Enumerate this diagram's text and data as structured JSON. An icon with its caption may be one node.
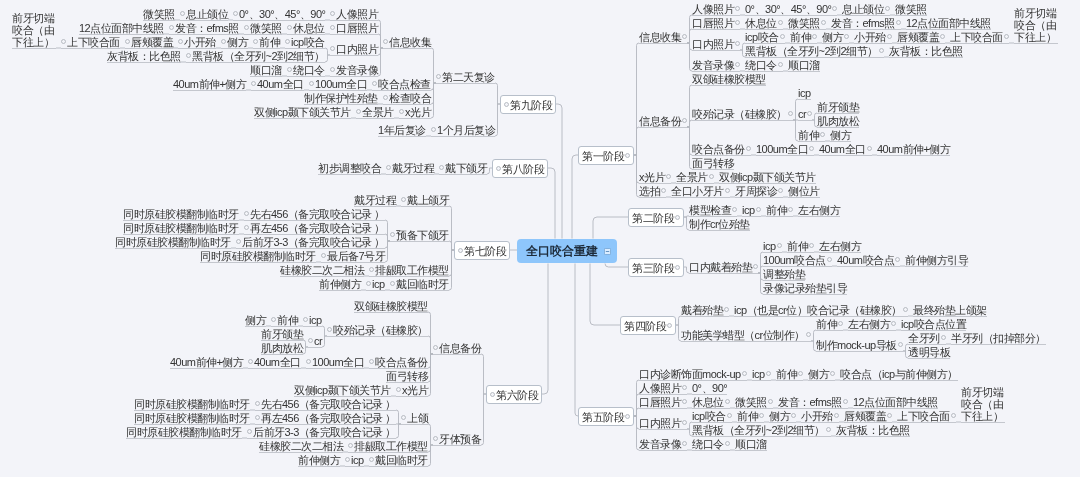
{
  "diagram": {
    "nodes": [
      {
        "text": [
          "全口咬合重建"
        ]
      },
      {
        "text": [
          "第一阶段"
        ]
      },
      {
        "text": [
          "信息收集"
        ]
      },
      {
        "text": [
          "人像照片"
        ]
      },
      {
        "text": [
          "0°、30°、45°、90°"
        ]
      },
      {
        "text": [
          "息止颌位"
        ]
      },
      {
        "text": [
          "微笑照"
        ]
      },
      {
        "text": [
          "口唇照片"
        ]
      },
      {
        "text": [
          "休息位"
        ]
      },
      {
        "text": [
          "微笑照"
        ]
      },
      {
        "text": [
          "发音：efms照"
        ]
      },
      {
        "text": [
          "12点位面部中线照"
        ]
      },
      {
        "text": [
          "口内照片"
        ]
      },
      {
        "text": [
          "icp咬合"
        ]
      },
      {
        "text": [
          "前伸"
        ]
      },
      {
        "text": [
          "侧方"
        ]
      },
      {
        "text": [
          "小开殆"
        ]
      },
      {
        "text": [
          "唇颊覆盖"
        ]
      },
      {
        "text": [
          "上下咬合面"
        ]
      },
      {
        "text": [
          "前牙切端咬合（由下往上）"
        ]
      },
      {
        "text": [
          "黑背板（全牙列~2到2细节）"
        ]
      },
      {
        "text": [
          "灰背板：比色照"
        ]
      },
      {
        "text": [
          "发音录像"
        ]
      },
      {
        "text": [
          "绕口令"
        ]
      },
      {
        "text": [
          "顺口溜"
        ]
      },
      {
        "text": [
          "信息备份"
        ]
      },
      {
        "text": [
          "双颌硅橡胶模型"
        ]
      },
      {
        "text": [
          "咬殆记录（硅橡胶）"
        ]
      },
      {
        "text": [
          "icp"
        ]
      },
      {
        "text": [
          "cr"
        ]
      },
      {
        "text": [
          "前牙颌垫"
        ]
      },
      {
        "text": [
          "肌肉放松"
        ]
      },
      {
        "text": [
          "前伸"
        ]
      },
      {
        "text": [
          "侧方"
        ]
      },
      {
        "text": [
          "咬合点备份"
        ]
      },
      {
        "text": [
          "100um全口"
        ]
      },
      {
        "text": [
          "40um全口"
        ]
      },
      {
        "text": [
          "40um前伸+侧方"
        ]
      },
      {
        "text": [
          "面弓转移"
        ]
      },
      {
        "text": [
          "x光片"
        ]
      },
      {
        "text": [
          "全景片"
        ]
      },
      {
        "text": [
          "双侧icp颞下颌关节片"
        ]
      },
      {
        "text": [
          "选拍"
        ]
      },
      {
        "text": [
          "全口小牙片"
        ]
      },
      {
        "text": [
          "牙周探诊"
        ]
      },
      {
        "text": [
          "侧位片"
        ]
      },
      {
        "text": [
          "第二阶段"
        ]
      },
      {
        "text": [
          "模型检查"
        ]
      },
      {
        "text": [
          "icp"
        ]
      },
      {
        "text": [
          "前伸"
        ]
      },
      {
        "text": [
          "左右侧方"
        ]
      },
      {
        "text": [
          "制作cr位殆垫"
        ]
      },
      {
        "text": [
          "第三阶段"
        ]
      },
      {
        "text": [
          "口内戴着殆垫"
        ]
      },
      {
        "text": [
          "icp"
        ]
      },
      {
        "text": [
          "前伸"
        ]
      },
      {
        "text": [
          "左右侧方"
        ]
      },
      {
        "text": [
          "100um咬合点"
        ]
      },
      {
        "text": [
          "40um咬合点"
        ]
      },
      {
        "text": [
          "前伸侧方引导"
        ]
      },
      {
        "text": [
          "调整殆垫"
        ]
      },
      {
        "text": [
          "录像记录殆垫引导"
        ]
      },
      {
        "text": [
          "第四阶段"
        ]
      },
      {
        "text": [
          "戴着殆垫"
        ]
      },
      {
        "text": [
          "icp（也是cr位）咬合记录（硅橡胶）"
        ]
      },
      {
        "text": [
          "最终殆垫上颌架"
        ]
      },
      {
        "text": [
          "功能美学蜡型（cr位制作）"
        ]
      },
      {
        "text": [
          "前伸"
        ]
      },
      {
        "text": [
          "左右侧方"
        ]
      },
      {
        "text": [
          "icp咬合点位置"
        ]
      },
      {
        "text": [
          "制作mock-up导板"
        ]
      },
      {
        "text": [
          "全牙列"
        ]
      },
      {
        "text": [
          "半牙列（扣掉部分）"
        ]
      },
      {
        "text": [
          "透明导板"
        ]
      },
      {
        "text": [
          "第五阶段"
        ]
      },
      {
        "text": [
          "口内诊断饰面mock-up"
        ]
      },
      {
        "text": [
          "icp"
        ]
      },
      {
        "text": [
          "前伸"
        ]
      },
      {
        "text": [
          "侧方"
        ]
      },
      {
        "text": [
          "咬合点（icp与前伸侧方）"
        ]
      },
      {
        "text": [
          "人像照片"
        ]
      },
      {
        "text": [
          "0°、90°"
        ]
      },
      {
        "text": [
          "口唇照片"
        ]
      },
      {
        "text": [
          "休息位"
        ]
      },
      {
        "text": [
          "微笑照"
        ]
      },
      {
        "text": [
          "发音：efms照"
        ]
      },
      {
        "text": [
          "12点位面部中线照"
        ]
      },
      {
        "text": [
          "口内照片"
        ]
      },
      {
        "text": [
          "icp咬合"
        ]
      },
      {
        "text": [
          "前伸"
        ]
      },
      {
        "text": [
          "侧方"
        ]
      },
      {
        "text": [
          "小开殆"
        ]
      },
      {
        "text": [
          "唇颊覆盖"
        ]
      },
      {
        "text": [
          "上下咬合面"
        ]
      },
      {
        "text": [
          "前牙切端咬合（由下往上）"
        ]
      },
      {
        "text": [
          "黑背板（全牙列~2到2细节）"
        ]
      },
      {
        "text": [
          "灰背板：比色照"
        ]
      },
      {
        "text": [
          "发音录像"
        ]
      },
      {
        "text": [
          "绕口令"
        ]
      },
      {
        "text": [
          "顺口溜"
        ]
      },
      {
        "text": [
          "第六阶段"
        ]
      },
      {
        "text": [
          "信息备份"
        ]
      },
      {
        "text": [
          "双颌硅橡胶模型"
        ]
      },
      {
        "text": [
          "咬殆记录（硅橡胶）"
        ]
      },
      {
        "text": [
          "icp"
        ]
      },
      {
        "text": [
          "前伸"
        ]
      },
      {
        "text": [
          "侧方"
        ]
      },
      {
        "text": [
          "cr"
        ]
      },
      {
        "text": [
          "前牙颌垫"
        ]
      },
      {
        "text": [
          "肌肉放松"
        ]
      },
      {
        "text": [
          "咬合点备份"
        ]
      },
      {
        "text": [
          "100um全口"
        ]
      },
      {
        "text": [
          "40um全口"
        ]
      },
      {
        "text": [
          "40um前伸+侧方"
        ]
      },
      {
        "text": [
          "面弓转移"
        ]
      },
      {
        "text": [
          "x光片"
        ]
      },
      {
        "text": [
          "双侧icp颞下颌关节片"
        ]
      },
      {
        "text": [
          "牙体预备"
        ]
      },
      {
        "text": [
          "上颌"
        ]
      },
      {
        "text": [
          "先右456（备完取咬合记录 ）"
        ]
      },
      {
        "text": [
          "同时原硅胶模翻制临时牙"
        ]
      },
      {
        "text": [
          "再左456（备完取咬合记录 ）"
        ]
      },
      {
        "text": [
          "同时原硅胶模翻制临时牙"
        ]
      },
      {
        "text": [
          "后前牙3-3（备完取咬合记录 ）"
        ]
      },
      {
        "text": [
          "同时原硅胶模翻制临时牙"
        ]
      },
      {
        "text": [
          "排龈取工作模型"
        ]
      },
      {
        "text": [
          "硅橡胶二次二相法"
        ]
      },
      {
        "text": [
          "戴回临时牙"
        ]
      },
      {
        "text": [
          "icp"
        ]
      },
      {
        "text": [
          "前伸侧方"
        ]
      },
      {
        "text": [
          "第七阶段"
        ]
      },
      {
        "text": [
          "戴上颌牙"
        ]
      },
      {
        "text": [
          "戴牙过程"
        ]
      },
      {
        "text": [
          "预备下颌牙"
        ]
      },
      {
        "text": [
          "先右456（备完取咬合记录 ）"
        ]
      },
      {
        "text": [
          "同时原硅胶模翻制临时牙"
        ]
      },
      {
        "text": [
          "再左456（备完取咬合记录 ）"
        ]
      },
      {
        "text": [
          "同时原硅胶模翻制临时牙"
        ]
      },
      {
        "text": [
          "后前牙3-3（备完取咬合记录 ）"
        ]
      },
      {
        "text": [
          "同时原硅胶模翻制临时牙"
        ]
      },
      {
        "text": [
          "最后备7号牙"
        ]
      },
      {
        "text": [
          "同时原硅胶模翻制临时牙"
        ]
      },
      {
        "text": [
          "排龈取工作模型"
        ]
      },
      {
        "text": [
          "硅橡胶二次二相法"
        ]
      },
      {
        "text": [
          "戴回临时牙"
        ]
      },
      {
        "text": [
          "icp"
        ]
      },
      {
        "text": [
          "前伸侧方"
        ]
      },
      {
        "text": [
          "第八阶段"
        ]
      },
      {
        "text": [
          "戴下颌牙"
        ]
      },
      {
        "text": [
          "戴牙过程"
        ]
      },
      {
        "text": [
          "初步调整咬合"
        ]
      },
      {
        "text": [
          "第九阶段"
        ]
      },
      {
        "text": [
          "第二天复诊"
        ]
      },
      {
        "text": [
          "信息收集"
        ]
      },
      {
        "text": [
          "人像照片"
        ]
      },
      {
        "text": [
          "0°、30°、45°、90°"
        ]
      },
      {
        "text": [
          "息止颌位"
        ]
      },
      {
        "text": [
          "微笑照"
        ]
      },
      {
        "text": [
          "口唇照片"
        ]
      },
      {
        "text": [
          "休息位"
        ]
      },
      {
        "text": [
          "微笑照"
        ]
      },
      {
        "text": [
          "发音：efms照"
        ]
      },
      {
        "text": [
          "12点位面部中线照"
        ]
      },
      {
        "text": [
          "口内照片"
        ]
      },
      {
        "text": [
          "icp咬合"
        ]
      },
      {
        "text": [
          "前伸"
        ]
      },
      {
        "text": [
          "侧方"
        ]
      },
      {
        "text": [
          "小开殆"
        ]
      },
      {
        "text": [
          "唇颊覆盖"
        ]
      },
      {
        "text": [
          "上下咬合面"
        ]
      },
      {
        "text": [
          "前牙切端咬合（由下往上）"
        ]
      },
      {
        "text": [
          "黑背板（全牙列~2到2细节）"
        ]
      },
      {
        "text": [
          "灰背板：比色照"
        ]
      },
      {
        "text": [
          "发音录像"
        ]
      },
      {
        "text": [
          "绕口令"
        ]
      },
      {
        "text": [
          "顺口溜"
        ]
      },
      {
        "text": [
          "咬合点检查"
        ]
      },
      {
        "text": [
          "100um全口"
        ]
      },
      {
        "text": [
          "40um全口"
        ]
      },
      {
        "text": [
          "40um前伸+侧方"
        ]
      },
      {
        "text": [
          "检查咬合"
        ]
      },
      {
        "text": [
          "制作保护性殆垫"
        ]
      },
      {
        "text": [
          "x光片"
        ]
      },
      {
        "text": [
          "全景片"
        ]
      },
      {
        "text": [
          "双侧icp颞下颌关节片"
        ]
      },
      {
        "text": [
          "1个月后复诊"
        ]
      },
      {
        "text": [
          "1年后复诊"
        ]
      }
    ],
    "edges": [
      {
        "from": 0,
        "to": 1,
        "arrow": "none"
      },
      {
        "from": 1,
        "to": 2,
        "arrow": "none"
      },
      {
        "from": 2,
        "to": 3,
        "arrow": "none"
      },
      {
        "from": 3,
        "to": 4,
        "arrow": "none"
      },
      {
        "from": 4,
        "to": 5,
        "arrow": "none"
      },
      {
        "from": 5,
        "to": 6,
        "arrow": "none"
      },
      {
        "from": 2,
        "to": 7,
        "arrow": "none"
      },
      {
        "from": 7,
        "to": 8,
        "arrow": "none"
      },
      {
        "from": 8,
        "to": 9,
        "arrow": "none"
      },
      {
        "from": 9,
        "to": 10,
        "arrow": "none"
      },
      {
        "from": 10,
        "to": 11,
        "arrow": "none"
      },
      {
        "from": 2,
        "to": 12,
        "arrow": "none"
      },
      {
        "from": 12,
        "to": 13,
        "arrow": "none"
      },
      {
        "from": 13,
        "to": 14,
        "arrow": "none"
      },
      {
        "from": 14,
        "to": 15,
        "arrow": "none"
      },
      {
        "from": 15,
        "to": 16,
        "arrow": "none"
      },
      {
        "from": 16,
        "to": 17,
        "arrow": "none"
      },
      {
        "from": 17,
        "to": 18,
        "arrow": "none"
      },
      {
        "from": 18,
        "to": 19,
        "arrow": "none"
      },
      {
        "from": 12,
        "to": 20,
        "arrow": "none"
      },
      {
        "from": 20,
        "to": 21,
        "arrow": "none"
      },
      {
        "from": 2,
        "to": 22,
        "arrow": "none"
      },
      {
        "from": 22,
        "to": 23,
        "arrow": "none"
      },
      {
        "from": 23,
        "to": 24,
        "arrow": "none"
      },
      {
        "from": 1,
        "to": 25,
        "arrow": "none"
      },
      {
        "from": 25,
        "to": 26,
        "arrow": "none"
      },
      {
        "from": 25,
        "to": 27,
        "arrow": "none"
      },
      {
        "from": 27,
        "to": 28,
        "arrow": "none"
      },
      {
        "from": 27,
        "to": 29,
        "arrow": "none"
      },
      {
        "from": 29,
        "to": 30,
        "arrow": "none"
      },
      {
        "from": 29,
        "to": 31,
        "arrow": "none"
      },
      {
        "from": 27,
        "to": 32,
        "arrow": "none"
      },
      {
        "from": 32,
        "to": 33,
        "arrow": "none"
      },
      {
        "from": 25,
        "to": 34,
        "arrow": "none"
      },
      {
        "from": 34,
        "to": 35,
        "arrow": "none"
      },
      {
        "from": 35,
        "to": 36,
        "arrow": "none"
      },
      {
        "from": 36,
        "to": 37,
        "arrow": "none"
      },
      {
        "from": 25,
        "to": 38,
        "arrow": "none"
      },
      {
        "from": 1,
        "to": 39,
        "arrow": "none"
      },
      {
        "from": 39,
        "to": 40,
        "arrow": "none"
      },
      {
        "from": 40,
        "to": 41,
        "arrow": "none"
      },
      {
        "from": 1,
        "to": 42,
        "arrow": "none"
      },
      {
        "from": 42,
        "to": 43,
        "arrow": "none"
      },
      {
        "from": 43,
        "to": 44,
        "arrow": "none"
      },
      {
        "from": 44,
        "to": 45,
        "arrow": "none"
      },
      {
        "from": 0,
        "to": 46,
        "arrow": "none"
      },
      {
        "from": 46,
        "to": 47,
        "arrow": "none"
      },
      {
        "from": 47,
        "to": 48,
        "arrow": "none"
      },
      {
        "from": 48,
        "to": 49,
        "arrow": "none"
      },
      {
        "from": 49,
        "to": 50,
        "arrow": "none"
      },
      {
        "from": 46,
        "to": 51,
        "arrow": "none"
      },
      {
        "from": 0,
        "to": 52,
        "arrow": "none"
      },
      {
        "from": 52,
        "to": 53,
        "arrow": "none"
      },
      {
        "from": 53,
        "to": 54,
        "arrow": "none"
      },
      {
        "from": 54,
        "to": 55,
        "arrow": "none"
      },
      {
        "from": 55,
        "to": 56,
        "arrow": "none"
      },
      {
        "from": 53,
        "to": 57,
        "arrow": "none"
      },
      {
        "from": 57,
        "to": 58,
        "arrow": "none"
      },
      {
        "from": 58,
        "to": 59,
        "arrow": "none"
      },
      {
        "from": 53,
        "to": 60,
        "arrow": "none"
      },
      {
        "from": 53,
        "to": 61,
        "arrow": "none"
      },
      {
        "from": 0,
        "to": 62,
        "arrow": "none"
      },
      {
        "from": 62,
        "to": 63,
        "arrow": "none"
      },
      {
        "from": 63,
        "to": 64,
        "arrow": "none"
      },
      {
        "from": 64,
        "to": 65,
        "arrow": "none"
      },
      {
        "from": 62,
        "to": 66,
        "arrow": "none"
      },
      {
        "from": 66,
        "to": 67,
        "arrow": "none"
      },
      {
        "from": 67,
        "to": 68,
        "arrow": "none"
      },
      {
        "from": 68,
        "to": 69,
        "arrow": "none"
      },
      {
        "from": 66,
        "to": 70,
        "arrow": "none"
      },
      {
        "from": 70,
        "to": 71,
        "arrow": "none"
      },
      {
        "from": 71,
        "to": 72,
        "arrow": "none"
      },
      {
        "from": 70,
        "to": 73,
        "arrow": "none"
      },
      {
        "from": 0,
        "to": 74,
        "arrow": "none"
      },
      {
        "from": 74,
        "to": 75,
        "arrow": "none"
      },
      {
        "from": 75,
        "to": 76,
        "arrow": "none"
      },
      {
        "from": 76,
        "to": 77,
        "arrow": "none"
      },
      {
        "from": 77,
        "to": 78,
        "arrow": "none"
      },
      {
        "from": 78,
        "to": 79,
        "arrow": "none"
      },
      {
        "from": 74,
        "to": 80,
        "arrow": "none"
      },
      {
        "from": 80,
        "to": 81,
        "arrow": "none"
      },
      {
        "from": 74,
        "to": 82,
        "arrow": "none"
      },
      {
        "from": 82,
        "to": 83,
        "arrow": "none"
      },
      {
        "from": 83,
        "to": 84,
        "arrow": "none"
      },
      {
        "from": 84,
        "to": 85,
        "arrow": "none"
      },
      {
        "from": 85,
        "to": 86,
        "arrow": "none"
      },
      {
        "from": 74,
        "to": 87,
        "arrow": "none"
      },
      {
        "from": 87,
        "to": 88,
        "arrow": "none"
      },
      {
        "from": 88,
        "to": 89,
        "arrow": "none"
      },
      {
        "from": 89,
        "to": 90,
        "arrow": "none"
      },
      {
        "from": 90,
        "to": 91,
        "arrow": "none"
      },
      {
        "from": 91,
        "to": 92,
        "arrow": "none"
      },
      {
        "from": 92,
        "to": 93,
        "arrow": "none"
      },
      {
        "from": 93,
        "to": 94,
        "arrow": "none"
      },
      {
        "from": 87,
        "to": 95,
        "arrow": "none"
      },
      {
        "from": 95,
        "to": 96,
        "arrow": "none"
      },
      {
        "from": 74,
        "to": 97,
        "arrow": "none"
      },
      {
        "from": 97,
        "to": 98,
        "arrow": "none"
      },
      {
        "from": 98,
        "to": 99,
        "arrow": "none"
      },
      {
        "from": 0,
        "to": 100,
        "arrow": "none"
      },
      {
        "from": 100,
        "to": 101,
        "arrow": "none"
      },
      {
        "from": 101,
        "to": 102,
        "arrow": "none"
      },
      {
        "from": 101,
        "to": 103,
        "arrow": "none"
      },
      {
        "from": 103,
        "to": 104,
        "arrow": "none"
      },
      {
        "from": 104,
        "to": 105,
        "arrow": "none"
      },
      {
        "from": 105,
        "to": 106,
        "arrow": "none"
      },
      {
        "from": 103,
        "to": 107,
        "arrow": "none"
      },
      {
        "from": 107,
        "to": 108,
        "arrow": "none"
      },
      {
        "from": 107,
        "to": 109,
        "arrow": "none"
      },
      {
        "from": 101,
        "to": 110,
        "arrow": "none"
      },
      {
        "from": 110,
        "to": 111,
        "arrow": "none"
      },
      {
        "from": 111,
        "to": 112,
        "arrow": "none"
      },
      {
        "from": 112,
        "to": 113,
        "arrow": "none"
      },
      {
        "from": 101,
        "to": 114,
        "arrow": "none"
      },
      {
        "from": 101,
        "to": 115,
        "arrow": "none"
      },
      {
        "from": 115,
        "to": 116,
        "arrow": "none"
      },
      {
        "from": 100,
        "to": 117,
        "arrow": "none"
      },
      {
        "from": 117,
        "to": 118,
        "arrow": "none"
      },
      {
        "from": 118,
        "to": 119,
        "arrow": "none"
      },
      {
        "from": 119,
        "to": 120,
        "arrow": "none"
      },
      {
        "from": 118,
        "to": 121,
        "arrow": "none"
      },
      {
        "from": 121,
        "to": 122,
        "arrow": "none"
      },
      {
        "from": 118,
        "to": 123,
        "arrow": "none"
      },
      {
        "from": 123,
        "to": 124,
        "arrow": "none"
      },
      {
        "from": 117,
        "to": 125,
        "arrow": "none"
      },
      {
        "from": 125,
        "to": 126,
        "arrow": "none"
      },
      {
        "from": 117,
        "to": 127,
        "arrow": "none"
      },
      {
        "from": 127,
        "to": 128,
        "arrow": "none"
      },
      {
        "from": 128,
        "to": 129,
        "arrow": "none"
      },
      {
        "from": 0,
        "to": 130,
        "arrow": "none"
      },
      {
        "from": 130,
        "to": 131,
        "arrow": "none"
      },
      {
        "from": 131,
        "to": 132,
        "arrow": "none"
      },
      {
        "from": 130,
        "to": 133,
        "arrow": "none"
      },
      {
        "from": 133,
        "to": 134,
        "arrow": "none"
      },
      {
        "from": 134,
        "to": 135,
        "arrow": "none"
      },
      {
        "from": 133,
        "to": 136,
        "arrow": "none"
      },
      {
        "from": 136,
        "to": 137,
        "arrow": "none"
      },
      {
        "from": 133,
        "to": 138,
        "arrow": "none"
      },
      {
        "from": 138,
        "to": 139,
        "arrow": "none"
      },
      {
        "from": 133,
        "to": 140,
        "arrow": "none"
      },
      {
        "from": 140,
        "to": 141,
        "arrow": "none"
      },
      {
        "from": 130,
        "to": 142,
        "arrow": "none"
      },
      {
        "from": 142,
        "to": 143,
        "arrow": "none"
      },
      {
        "from": 130,
        "to": 144,
        "arrow": "none"
      },
      {
        "from": 144,
        "to": 145,
        "arrow": "none"
      },
      {
        "from": 145,
        "to": 146,
        "arrow": "none"
      },
      {
        "from": 0,
        "to": 147,
        "arrow": "none"
      },
      {
        "from": 147,
        "to": 148,
        "arrow": "none"
      },
      {
        "from": 148,
        "to": 149,
        "arrow": "none"
      },
      {
        "from": 149,
        "to": 150,
        "arrow": "none"
      },
      {
        "from": 0,
        "to": 151,
        "arrow": "none"
      },
      {
        "from": 151,
        "to": 152,
        "arrow": "none"
      },
      {
        "from": 152,
        "to": 153,
        "arrow": "none"
      },
      {
        "from": 153,
        "to": 154,
        "arrow": "none"
      },
      {
        "from": 154,
        "to": 155,
        "arrow": "none"
      },
      {
        "from": 155,
        "to": 156,
        "arrow": "none"
      },
      {
        "from": 156,
        "to": 157,
        "arrow": "none"
      },
      {
        "from": 153,
        "to": 158,
        "arrow": "none"
      },
      {
        "from": 158,
        "to": 159,
        "arrow": "none"
      },
      {
        "from": 159,
        "to": 160,
        "arrow": "none"
      },
      {
        "from": 160,
        "to": 161,
        "arrow": "none"
      },
      {
        "from": 161,
        "to": 162,
        "arrow": "none"
      },
      {
        "from": 153,
        "to": 163,
        "arrow": "none"
      },
      {
        "from": 163,
        "to": 164,
        "arrow": "none"
      },
      {
        "from": 164,
        "to": 165,
        "arrow": "none"
      },
      {
        "from": 165,
        "to": 166,
        "arrow": "none"
      },
      {
        "from": 166,
        "to": 167,
        "arrow": "none"
      },
      {
        "from": 167,
        "to": 168,
        "arrow": "none"
      },
      {
        "from": 168,
        "to": 169,
        "arrow": "none"
      },
      {
        "from": 169,
        "to": 170,
        "arrow": "none"
      },
      {
        "from": 163,
        "to": 171,
        "arrow": "none"
      },
      {
        "from": 171,
        "to": 172,
        "arrow": "none"
      },
      {
        "from": 153,
        "to": 173,
        "arrow": "none"
      },
      {
        "from": 173,
        "to": 174,
        "arrow": "none"
      },
      {
        "from": 174,
        "to": 175,
        "arrow": "none"
      },
      {
        "from": 152,
        "to": 176,
        "arrow": "none"
      },
      {
        "from": 176,
        "to": 177,
        "arrow": "none"
      },
      {
        "from": 177,
        "to": 178,
        "arrow": "none"
      },
      {
        "from": 178,
        "to": 179,
        "arrow": "none"
      },
      {
        "from": 152,
        "to": 180,
        "arrow": "none"
      },
      {
        "from": 180,
        "to": 181,
        "arrow": "none"
      },
      {
        "from": 152,
        "to": 182,
        "arrow": "none"
      },
      {
        "from": 182,
        "to": 183,
        "arrow": "none"
      },
      {
        "from": 183,
        "to": 184,
        "arrow": "none"
      },
      {
        "from": 151,
        "to": 185,
        "arrow": "none"
      },
      {
        "from": 185,
        "to": 186,
        "arrow": "none"
      }
    ]
  }
}
